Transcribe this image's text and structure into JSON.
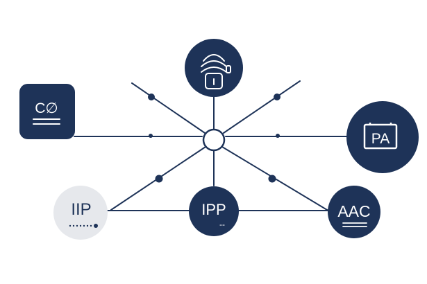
{
  "diagram": {
    "colors": {
      "node_fill": "#1e3358",
      "node_light_fill": "#e6e8ec",
      "line": "#1e3358",
      "hub_fill": "#ffffff",
      "background": "#ffffff"
    },
    "nodes": {
      "top": {
        "icon": "headset-bot-icon"
      },
      "left_square": {
        "label": "C∅",
        "icon": "screen-code-icon"
      },
      "right": {
        "label": "PA",
        "icon": "battery-frame-icon"
      },
      "bottom_left": {
        "label": "IIP"
      },
      "bottom_center": {
        "label": "IPP",
        "sub_label": "--"
      },
      "bottom_right": {
        "label": "AAC"
      }
    },
    "hub": {
      "icon": "hub-circle-icon"
    }
  }
}
